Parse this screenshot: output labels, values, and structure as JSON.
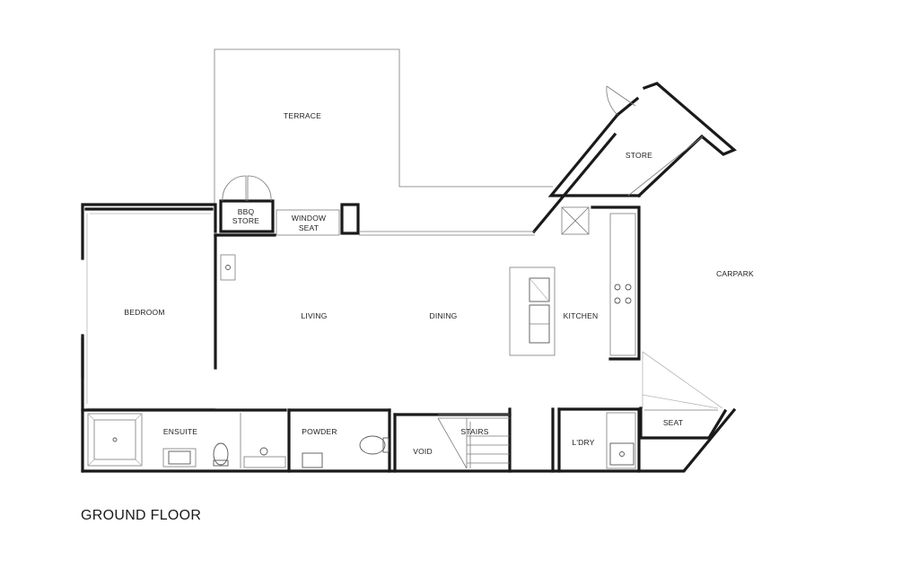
{
  "title": "GROUND FLOOR",
  "rooms": {
    "terrace": "TERRACE",
    "store": "STORE",
    "bbq_store_1": "BBQ",
    "bbq_store_2": "STORE",
    "window_seat_1": "WINDOW",
    "window_seat_2": "SEAT",
    "carpark": "CARPARK",
    "bedroom": "BEDROOM",
    "living": "LIVING",
    "dining": "DINING",
    "kitchen": "KITCHEN",
    "ensuite": "ENSUITE",
    "powder": "POWDER",
    "void": "VOID",
    "stairs": "STAIRS",
    "laundry": "L'DRY",
    "seat": "SEAT"
  }
}
